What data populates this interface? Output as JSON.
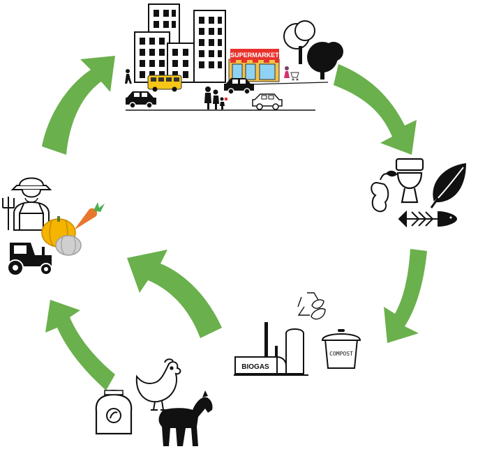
{
  "labels": {
    "supermarket": "SUPERMARKET",
    "biogas": "BIOGAS",
    "compost": "COMPOST"
  },
  "colors": {
    "arrow": "#6ab04c",
    "ink": "#111111",
    "supermarket_roof": "#e8312c",
    "supermarket_wall": "#f2c34a",
    "bus": "#f5c518",
    "pumpkin": "#f4b400",
    "carrot": "#e8772e",
    "carrot_leaf": "#4caf50",
    "white_pumpkin": "#cfcfcf"
  },
  "icons": [
    "city-icon",
    "supermarket-icon",
    "bus-icon",
    "car-icon",
    "family-icon",
    "tree-icon",
    "shopper-icon",
    "apple-core-icon",
    "toilet-icon",
    "leaf-icon",
    "fish-bone-icon",
    "recycle-icon",
    "biogas-plant-icon",
    "compost-bin-icon",
    "feed-sack-icon",
    "chicken-icon",
    "horse-icon",
    "farmer-icon",
    "pitchfork-icon",
    "tractor-icon",
    "pumpkin-icon",
    "carrot-icon"
  ]
}
